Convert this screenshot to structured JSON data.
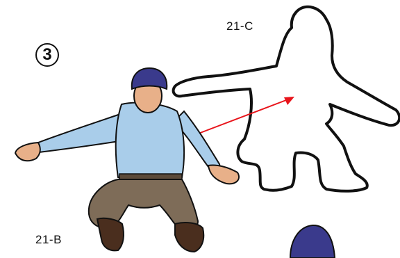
{
  "step_marker": "3",
  "labels": {
    "outline_figure": "21-C",
    "colored_figure": "21-B"
  },
  "colors": {
    "arrow": "#e8141b",
    "helmet": "#3a3a8c",
    "shirt": "#a9cdea",
    "pants": "#7e6c58",
    "boots": "#4a2e1e",
    "skin": "#e8b089"
  },
  "icons": [
    "arrow-icon"
  ]
}
